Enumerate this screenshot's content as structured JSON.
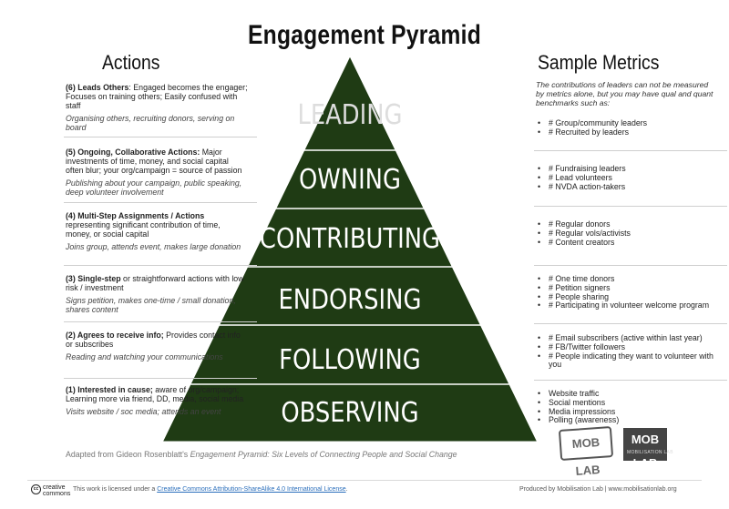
{
  "title": "Engagement Pyramid",
  "actions_heading": "Actions",
  "metrics_heading": "Sample Metrics",
  "pyramid": {
    "fill_color": "#1f3b14",
    "levels": [
      "LEADING",
      "OWNING",
      "CONTRIBUTING",
      "ENDORSING",
      "FOLLOWING",
      "OBSERVING"
    ]
  },
  "actions": [
    {
      "title": "(6) Leads Others",
      "desc": ": Engaged becomes the engager; Focuses on training others; Easily confused with staff",
      "example": "Organising others, recruiting donors, serving on board"
    },
    {
      "title": "(5) Ongoing, Collaborative Actions:",
      "desc": " Major investments of time, money, and social capital often blur; your org/campaign = source of passion",
      "example": "Publishing about your campaign, public speaking, deep volunteer involvement"
    },
    {
      "title": "(4) Multi-Step Assignments / Actions",
      "desc": " representing significant contribution of time, money, or social capital",
      "example": "Joins group, attends event, makes large donation"
    },
    {
      "title": "(3) Single-step",
      "desc": " or straightforward actions with low risk / investment",
      "example": "Signs petition, makes one-time / small donation, shares content"
    },
    {
      "title": "(2) Agrees to receive info;",
      "desc": " Provides contact info or subscribes",
      "example": "Reading and watching your communications"
    },
    {
      "title": "(1) Interested in cause;",
      "desc": " aware of org/campaign; Learning more via friend, DD, media, social media",
      "example": "Visits website / soc media; attends an event"
    }
  ],
  "metrics_intro": "The contributions of leaders can not be measured by metrics alone, but you may have qual and quant benchmarks such as:",
  "metrics": [
    [
      "# Group/community leaders",
      "# Recruited by leaders"
    ],
    [
      "# Fundraising leaders",
      "# Lead volunteers",
      "# NVDA action-takers"
    ],
    [
      "# Regular donors",
      "# Regular vols/activists",
      "# Content creators"
    ],
    [
      "# One time donors",
      "# Petition signers",
      "# People sharing",
      "# Participating in volunteer welcome program"
    ],
    [
      "# Email subscribers (active within last year)",
      "# FB/Twitter followers",
      "# People indicating they want to volunteer with you"
    ],
    [
      "Website traffic",
      "Social mentions",
      "Media impressions",
      "Polling (awareness)"
    ]
  ],
  "adapted": {
    "prefix": "Adapted from Gideon Rosenblatt's ",
    "work": "Engagement Pyramid: Six Levels of Connecting People and Social Change"
  },
  "footer": {
    "cc_line1": "creative",
    "cc_line2": "commons",
    "license_prefix": "This work is licensed under a ",
    "license_link": "Creative Commons Attribution-ShareAlike 4.0 International License",
    "license_suffix": ".",
    "produced": "Produced by Mobilisation Lab  |  www.mobilisationlab.org"
  },
  "logos": {
    "logo_a": "MOB LAB",
    "logo_b": "MOB LAB",
    "logo_b_sub": "MOBILISATION LAB"
  }
}
